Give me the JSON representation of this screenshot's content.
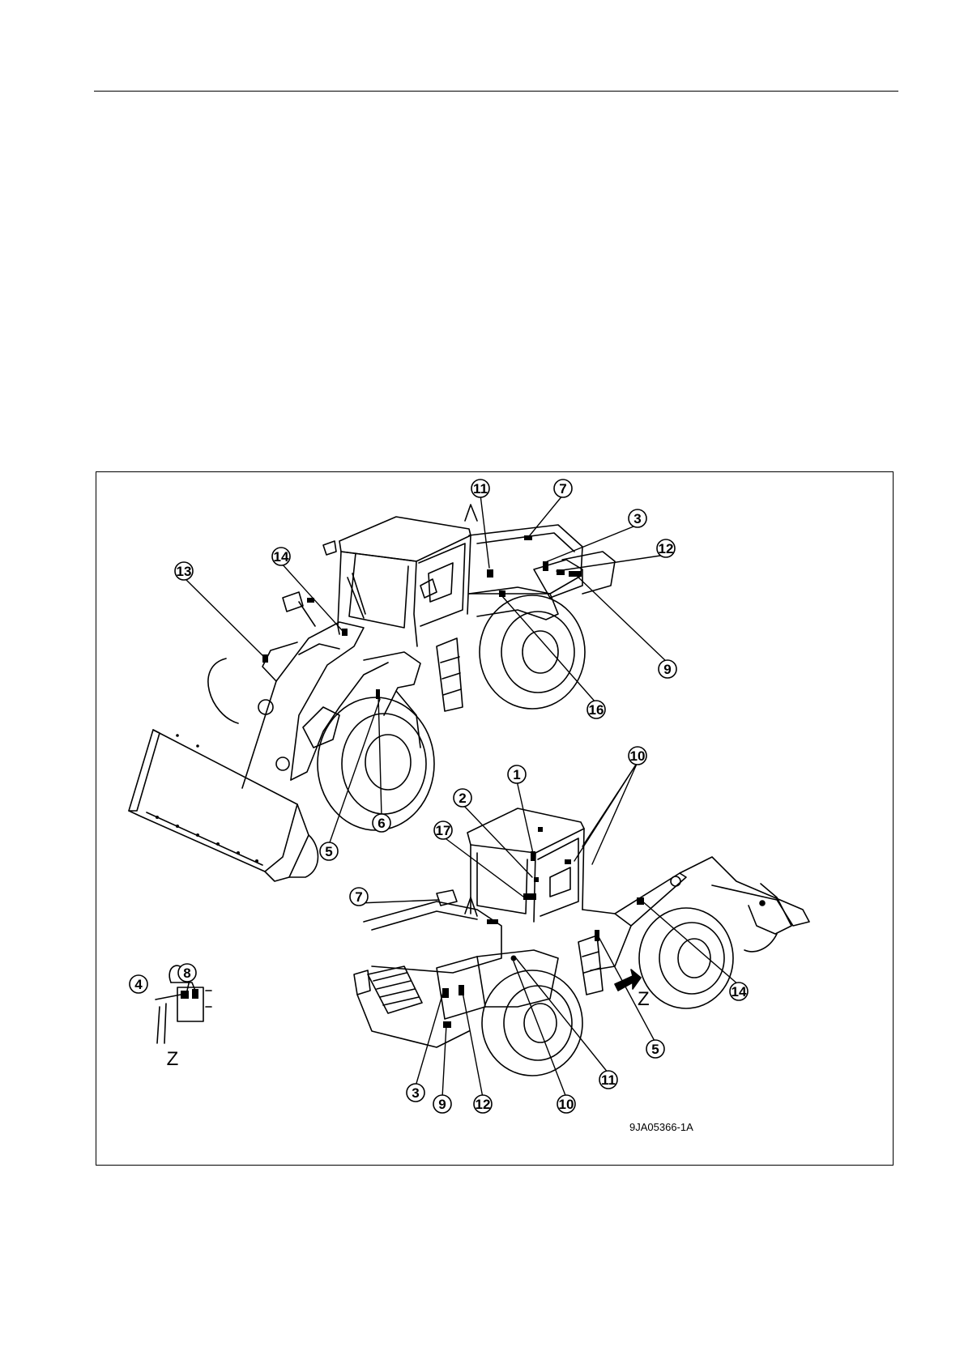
{
  "figure": {
    "figure_id": "9JA05366-1A",
    "detail_view_label": "Z",
    "detail_arrow_label": "Z"
  },
  "callouts": {
    "top_view": [
      "11",
      "7",
      "3",
      "12",
      "14",
      "13",
      "9",
      "16",
      "6",
      "5"
    ],
    "bottom_view": [
      "10",
      "1",
      "2",
      "17",
      "7",
      "14",
      "5",
      "11",
      "3",
      "9",
      "12",
      "10"
    ],
    "detail_view": [
      "4",
      "8"
    ]
  }
}
